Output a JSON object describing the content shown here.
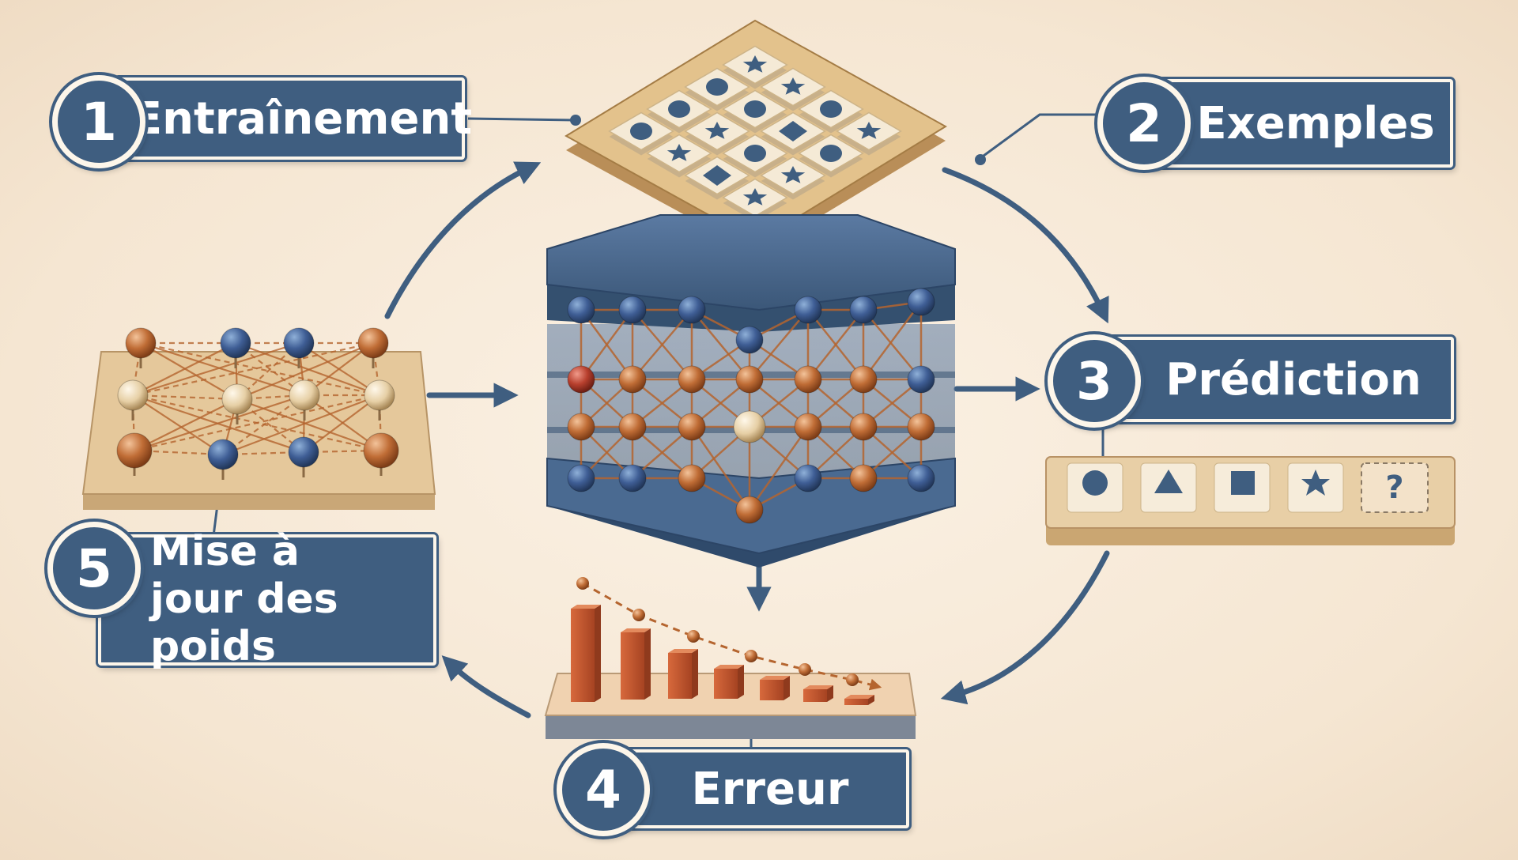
{
  "steps": [
    {
      "number": "1",
      "label": "Entraînement"
    },
    {
      "number": "2",
      "label": "Exemples"
    },
    {
      "number": "3",
      "label": "Prédiction"
    },
    {
      "number": "4",
      "label": "Erreur"
    },
    {
      "number": "5",
      "label": "Mise à jour des poids"
    }
  ],
  "prediction_tray": {
    "unknown_symbol": "?"
  },
  "colors": {
    "navy": "#3f5e80",
    "copper": "#b5652f",
    "wood": "#e7c99a",
    "background": "#f7ead9"
  }
}
